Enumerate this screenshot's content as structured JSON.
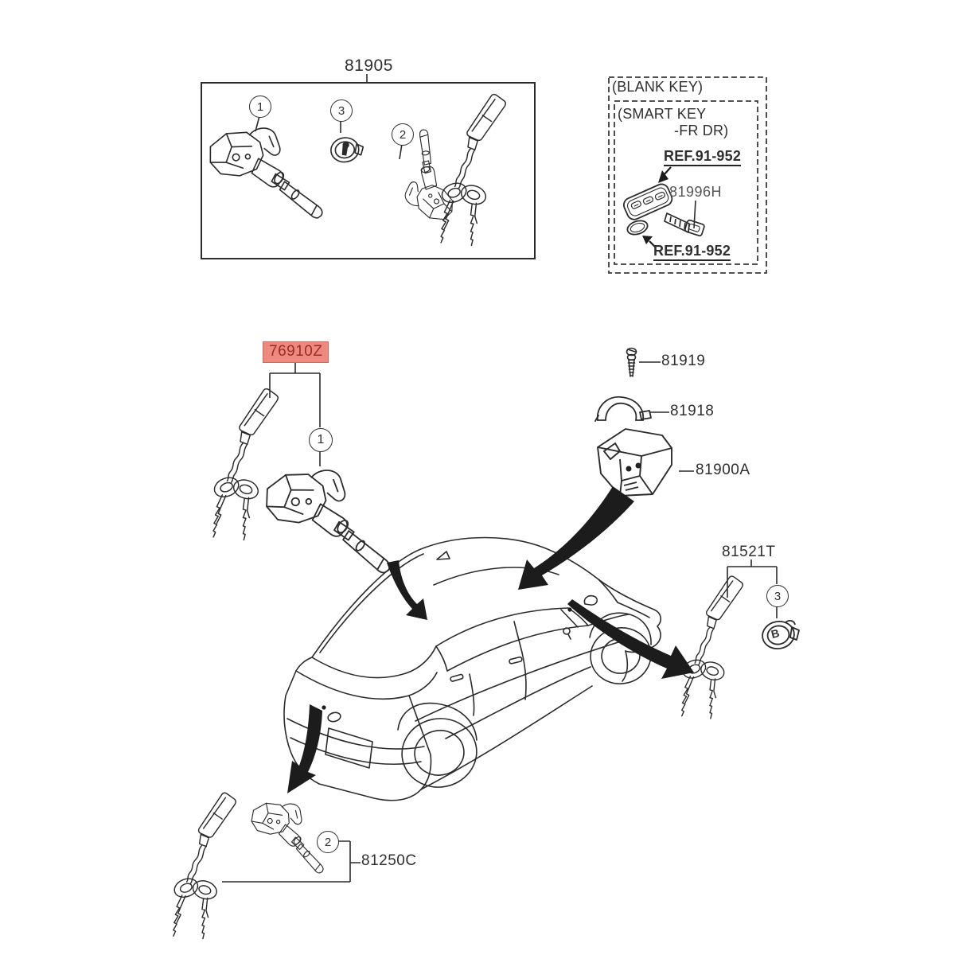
{
  "colors": {
    "line": "#2b2b2b",
    "text": "#2f2f2f",
    "highlight_bg": "#ec8a7f",
    "highlight_text": "#9e2b22"
  },
  "key_set_box": {
    "part_number": "81905",
    "callout_door_lock": "1",
    "callout_cap": "3",
    "callout_trunk_lock": "2"
  },
  "blank_key_panel": {
    "title": "(BLANK KEY)",
    "subtitle_line1": "(SMART KEY",
    "subtitle_line2": "-FR DR)",
    "ref_label_top": "REF.91-952",
    "part_number": "81996H",
    "ref_label_bottom": "REF.91-952"
  },
  "door_lock_group": {
    "part_number": "76910Z",
    "callout": "1"
  },
  "ignition_group": {
    "screw_part_number": "81919",
    "bracket_part_number": "81918",
    "body_part_number": "81900A"
  },
  "glove_key_group": {
    "part_number": "81521T",
    "callout": "3",
    "cylinder_marking": "B"
  },
  "trunk_lock_group": {
    "part_number": "81250C",
    "callout": "2"
  }
}
